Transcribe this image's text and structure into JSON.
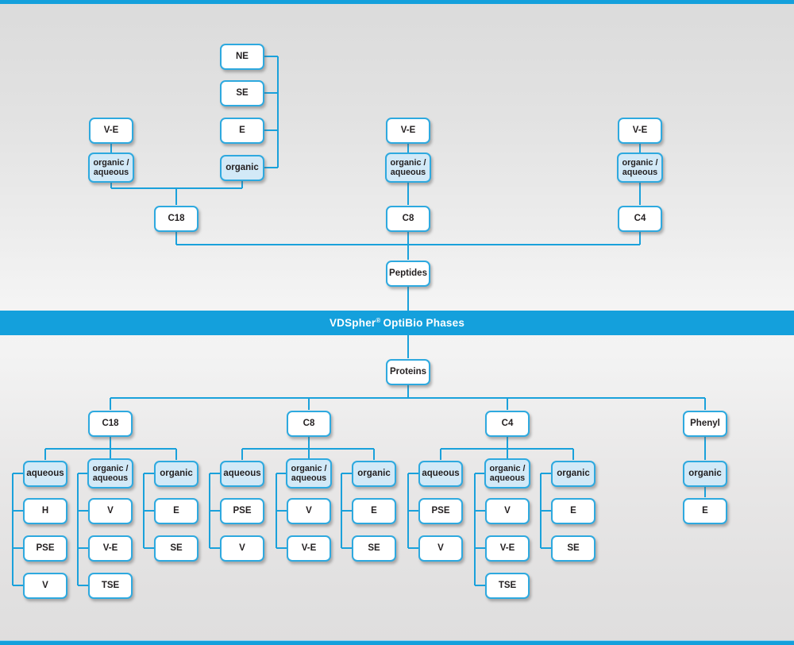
{
  "banner": {
    "brand": "VDSpher",
    "reg": "®",
    "rest": "OptiBio Phases"
  },
  "colors": {
    "accent_blue": "#14a0dc",
    "box_border_blue": "#2ea9df",
    "box_fill_blue": "#d2e9f7",
    "box_fill_white": "#ffffff",
    "text": "#231f20"
  },
  "nodes": [
    {
      "id": "ne",
      "label": "NE",
      "fill": "white"
    },
    {
      "id": "se",
      "label": "SE",
      "fill": "white"
    },
    {
      "id": "e0",
      "label": "E",
      "fill": "white"
    },
    {
      "id": "org0",
      "label": "organic",
      "fill": "blue"
    },
    {
      "id": "veL",
      "label": "V-E",
      "fill": "white"
    },
    {
      "id": "oaL",
      "lines": [
        "organic /",
        "aqueous"
      ],
      "fill": "blue"
    },
    {
      "id": "c18t",
      "label": "C18",
      "fill": "white"
    },
    {
      "id": "veM",
      "label": "V-E",
      "fill": "white"
    },
    {
      "id": "oaM",
      "lines": [
        "organic /",
        "aqueous"
      ],
      "fill": "blue"
    },
    {
      "id": "c8t",
      "label": "C8",
      "fill": "white"
    },
    {
      "id": "veR",
      "label": "V-E",
      "fill": "white"
    },
    {
      "id": "oaR",
      "lines": [
        "organic /",
        "aqueous"
      ],
      "fill": "blue"
    },
    {
      "id": "c4t",
      "label": "C4",
      "fill": "white"
    },
    {
      "id": "peptides",
      "label": "Peptides",
      "fill": "white"
    },
    {
      "id": "proteins",
      "label": "Proteins",
      "fill": "white"
    },
    {
      "id": "c18",
      "label": "C18",
      "fill": "white"
    },
    {
      "id": "c8",
      "label": "C8",
      "fill": "white"
    },
    {
      "id": "c4",
      "label": "C4",
      "fill": "white"
    },
    {
      "id": "phenyl",
      "label": "Phenyl",
      "fill": "white"
    },
    {
      "id": "c18aq",
      "label": "aqueous",
      "fill": "blue"
    },
    {
      "id": "c18oa",
      "lines": [
        "organic /",
        "aqueous"
      ],
      "fill": "blue"
    },
    {
      "id": "c18org",
      "label": "organic",
      "fill": "blue"
    },
    {
      "id": "c8aq",
      "label": "aqueous",
      "fill": "blue"
    },
    {
      "id": "c8oa",
      "lines": [
        "organic /",
        "aqueous"
      ],
      "fill": "blue"
    },
    {
      "id": "c8org",
      "label": "organic",
      "fill": "blue"
    },
    {
      "id": "c4aq",
      "label": "aqueous",
      "fill": "blue"
    },
    {
      "id": "c4oa",
      "lines": [
        "organic /",
        "aqueous"
      ],
      "fill": "blue"
    },
    {
      "id": "c4org",
      "label": "organic",
      "fill": "blue"
    },
    {
      "id": "phorg",
      "label": "organic",
      "fill": "blue"
    },
    {
      "id": "c18aq1",
      "label": "H",
      "fill": "white"
    },
    {
      "id": "c18aq2",
      "label": "PSE",
      "fill": "white"
    },
    {
      "id": "c18aq3",
      "label": "V",
      "fill": "white"
    },
    {
      "id": "c18oa1",
      "label": "V",
      "fill": "white"
    },
    {
      "id": "c18oa2",
      "label": "V-E",
      "fill": "white"
    },
    {
      "id": "c18oa3",
      "label": "TSE",
      "fill": "white"
    },
    {
      "id": "c18org1",
      "label": "E",
      "fill": "white"
    },
    {
      "id": "c18org2",
      "label": "SE",
      "fill": "white"
    },
    {
      "id": "c8aq1",
      "label": "PSE",
      "fill": "white"
    },
    {
      "id": "c8aq2",
      "label": "V",
      "fill": "white"
    },
    {
      "id": "c8oa1",
      "label": "V",
      "fill": "white"
    },
    {
      "id": "c8oa2",
      "label": "V-E",
      "fill": "white"
    },
    {
      "id": "c8org1",
      "label": "E",
      "fill": "white"
    },
    {
      "id": "c8org2",
      "label": "SE",
      "fill": "white"
    },
    {
      "id": "c4aq1",
      "label": "PSE",
      "fill": "white"
    },
    {
      "id": "c4aq2",
      "label": "V",
      "fill": "white"
    },
    {
      "id": "c4oa1",
      "label": "V",
      "fill": "white"
    },
    {
      "id": "c4oa2",
      "label": "V-E",
      "fill": "white"
    },
    {
      "id": "c4oa3",
      "label": "TSE",
      "fill": "white"
    },
    {
      "id": "c4org1",
      "label": "E",
      "fill": "white"
    },
    {
      "id": "c4org2",
      "label": "SE",
      "fill": "white"
    },
    {
      "id": "ph1",
      "label": "E",
      "fill": "white"
    }
  ],
  "top_structure": {
    "right_bracket": [
      "ne",
      "se",
      "e0",
      "org0"
    ],
    "chains": [
      [
        "veL",
        "oaL"
      ],
      [
        "veM",
        "oaM",
        "c8t"
      ],
      [
        "veR",
        "oaR",
        "c4t"
      ]
    ],
    "merge_into_c18": [
      "oaL",
      "org0"
    ],
    "row_to_peptides": [
      "c18t",
      "c8t",
      "c4t"
    ]
  },
  "protein_groups": [
    {
      "head": "c18",
      "cats": [
        {
          "id": "c18aq",
          "kids": [
            "c18aq1",
            "c18aq2",
            "c18aq3"
          ]
        },
        {
          "id": "c18oa",
          "kids": [
            "c18oa1",
            "c18oa2",
            "c18oa3"
          ]
        },
        {
          "id": "c18org",
          "kids": [
            "c18org1",
            "c18org2"
          ]
        }
      ]
    },
    {
      "head": "c8",
      "cats": [
        {
          "id": "c8aq",
          "kids": [
            "c8aq1",
            "c8aq2"
          ]
        },
        {
          "id": "c8oa",
          "kids": [
            "c8oa1",
            "c8oa2"
          ]
        },
        {
          "id": "c8org",
          "kids": [
            "c8org1",
            "c8org2"
          ]
        }
      ]
    },
    {
      "head": "c4",
      "cats": [
        {
          "id": "c4aq",
          "kids": [
            "c4aq1",
            "c4aq2"
          ]
        },
        {
          "id": "c4oa",
          "kids": [
            "c4oa1",
            "c4oa2",
            "c4oa3"
          ]
        },
        {
          "id": "c4org",
          "kids": [
            "c4org1",
            "c4org2"
          ]
        }
      ]
    },
    {
      "head": "phenyl",
      "cats": [
        {
          "id": "phorg",
          "kids": [
            "ph1"
          ],
          "center": true
        }
      ]
    }
  ]
}
